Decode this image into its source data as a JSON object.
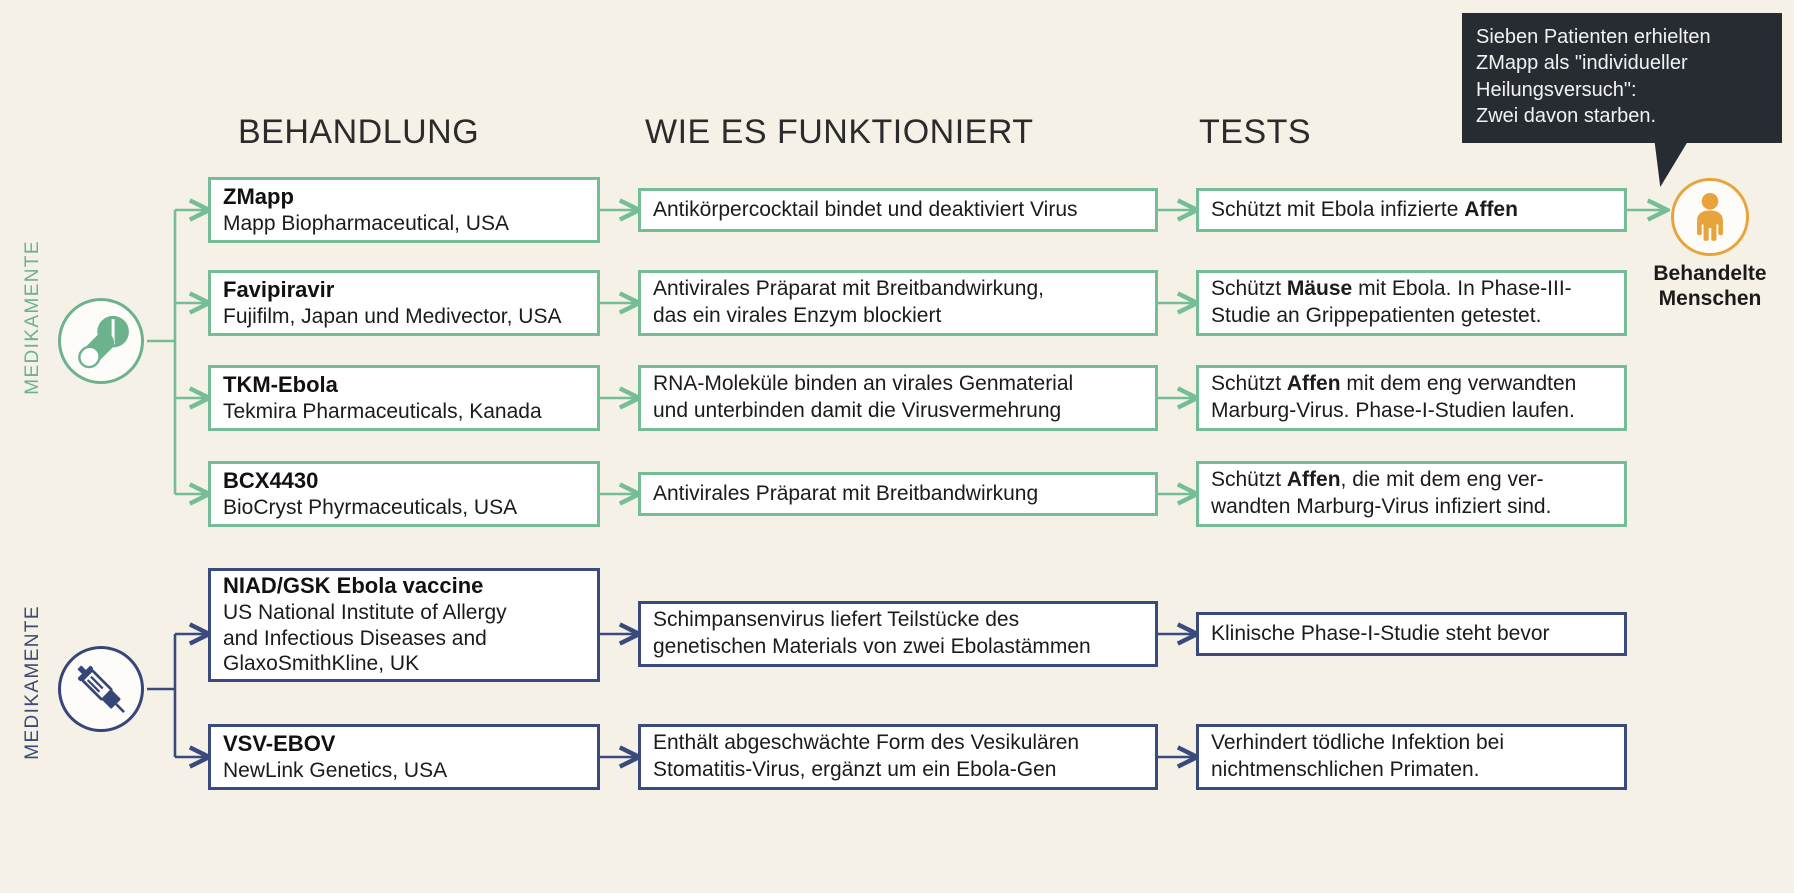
{
  "colors": {
    "background": "#f6f1e7",
    "green": "#74bd96",
    "green_text": "#6cb28c",
    "navy": "#3a4a7c",
    "orange": "#e8a33d",
    "tooltip_bg": "#272c33",
    "box_fill": "#ffffff"
  },
  "headers": {
    "treatment": "BEHANDLUNG",
    "how_it_works": "WIE ES FUNKTIONIERT",
    "tests": "TESTS"
  },
  "categories": {
    "drugs_label": "MEDIKAMENTE",
    "vaccines_label": "MEDIKAMENTE"
  },
  "tooltip": {
    "lines": [
      "Sieben Patienten erhielten",
      "ZMapp als \"individueller",
      "Heilungsversuch\":",
      "Zwei davon starben."
    ]
  },
  "outcome": {
    "label_line1": "Behandelte",
    "label_line2": "Menschen"
  },
  "drugs": [
    {
      "name": "ZMapp",
      "company": "Mapp Biopharmaceutical, USA",
      "how_lines": [
        "Antikörpercocktail bindet und deaktiviert Virus"
      ],
      "test_lines": [
        [
          {
            "t": "Schützt mit Ebola infizierte ",
            "b": false
          },
          {
            "t": "Affen",
            "b": true
          }
        ]
      ]
    },
    {
      "name": "Favipiravir",
      "company": "Fujifilm, Japan und Medivector, USA",
      "how_lines": [
        "Antivirales Präparat mit Breitbandwirkung,",
        "das ein virales Enzym blockiert"
      ],
      "test_lines": [
        [
          {
            "t": "Schützt ",
            "b": false
          },
          {
            "t": "Mäuse",
            "b": true
          },
          {
            "t": " mit Ebola. In Phase-III-",
            "b": false
          }
        ],
        [
          {
            "t": "Studie an Grippepatienten getestet.",
            "b": false
          }
        ]
      ]
    },
    {
      "name": "TKM-Ebola",
      "company": "Tekmira Pharmaceuticals, Kanada",
      "how_lines": [
        "RNA-Moleküle binden an virales Genmaterial",
        "und unterbinden damit die Virusvermehrung"
      ],
      "test_lines": [
        [
          {
            "t": "Schützt ",
            "b": false
          },
          {
            "t": "Affen",
            "b": true
          },
          {
            "t": " mit dem eng verwandten",
            "b": false
          }
        ],
        [
          {
            "t": "Marburg-Virus. Phase-I-Studien laufen.",
            "b": false
          }
        ]
      ]
    },
    {
      "name": "BCX4430",
      "company": "BioCryst Phyrmaceuticals, USA",
      "how_lines": [
        "Antivirales Präparat mit Breitbandwirkung"
      ],
      "test_lines": [
        [
          {
            "t": "Schützt ",
            "b": false
          },
          {
            "t": "Affen",
            "b": true
          },
          {
            "t": ", die mit dem eng ver-",
            "b": false
          }
        ],
        [
          {
            "t": "wandten Marburg-Virus infiziert sind.",
            "b": false
          }
        ]
      ]
    }
  ],
  "vaccines": [
    {
      "name": "NIAD/GSK Ebola vaccine",
      "company_lines": [
        "US National Institute of Allergy",
        "and Infectious Diseases and",
        "GlaxoSmithKline, UK"
      ],
      "how_lines": [
        "Schimpansenvirus liefert Teilstücke des",
        "genetischen Materials von zwei Ebolastämmen"
      ],
      "test_lines": [
        "Klinische Phase-I-Studie steht bevor"
      ]
    },
    {
      "name": "VSV-EBOV",
      "company_lines": [
        "NewLink Genetics, USA"
      ],
      "how_lines": [
        "Enthält abgeschwächte Form des Vesikulären",
        "Stomatitis-Virus, ergänzt um ein Ebola-Gen"
      ],
      "test_lines": [
        "Verhindert tödliche Infektion bei",
        "nichtmenschlichen Primaten."
      ]
    }
  ],
  "icons": {
    "pill": "pill-icon",
    "syringe": "syringe-icon",
    "person": "person-icon"
  }
}
